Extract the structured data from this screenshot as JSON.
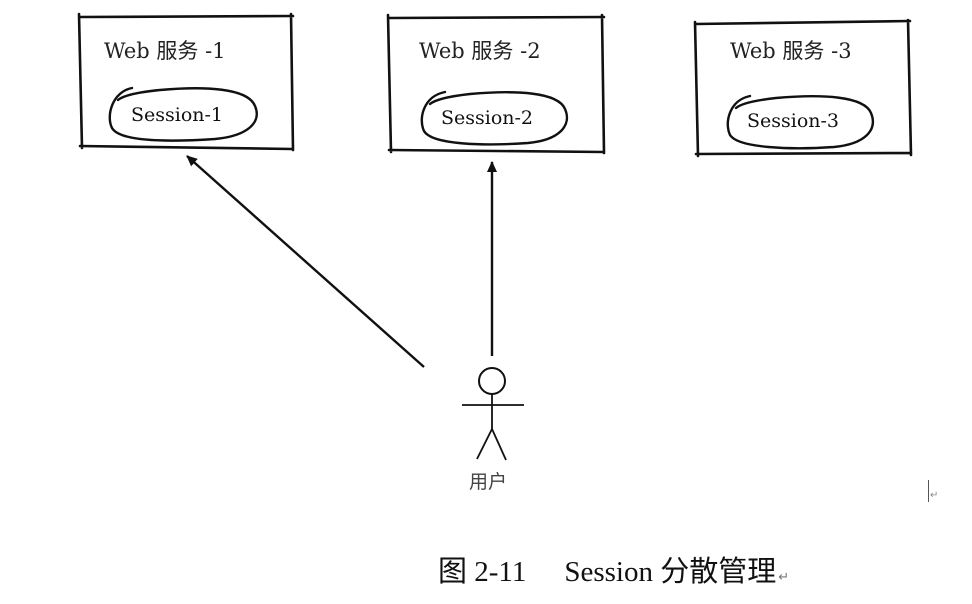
{
  "servers": [
    {
      "title": "Web 服务 -1",
      "session": "Session-1"
    },
    {
      "title": "Web 服务 -2",
      "session": "Session-2"
    },
    {
      "title": "Web 服务 -3",
      "session": "Session-3"
    }
  ],
  "actor": {
    "label": "用户"
  },
  "caption": {
    "number": "图 2-11",
    "title": "Session 分散管理",
    "para_mark": "↵"
  },
  "edges": [
    {
      "from": "actor",
      "to": "server-1"
    },
    {
      "from": "actor",
      "to": "server-2"
    }
  ],
  "colors": {
    "stroke": "#111111",
    "background": "#ffffff"
  }
}
